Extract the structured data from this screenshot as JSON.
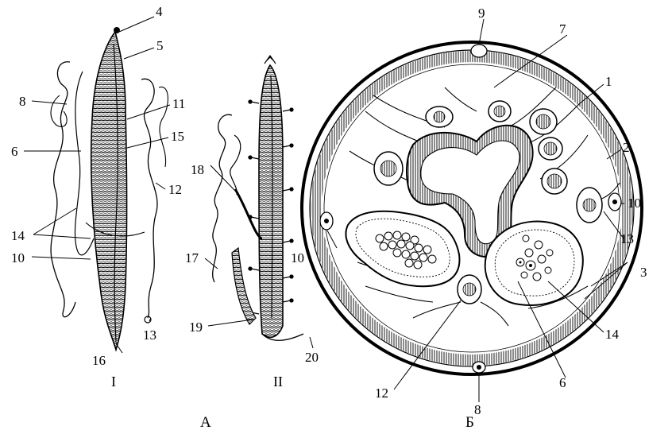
{
  "callouts": {
    "n1": "1",
    "n2": "2",
    "n3": "3",
    "n4": "4",
    "n5": "5",
    "n6a": "6",
    "n6b": "6",
    "n7": "7",
    "n8a": "8",
    "n8b": "8",
    "n9": "9",
    "n10a": "10",
    "n10b": "10",
    "n10c": "10",
    "n11": "11",
    "n12a": "12",
    "n12b": "12",
    "n13a": "13",
    "n13b": "13",
    "n14a": "14",
    "n14b": "14",
    "n15": "15",
    "n16": "16",
    "n17": "17",
    "n18": "18",
    "n19": "19",
    "n20": "20"
  },
  "figures": {
    "female_label": "I",
    "male_label": "II",
    "part_a": "А",
    "part_b": "Б"
  },
  "colors": {
    "ink": "#000000",
    "paper": "#ffffff",
    "tissue": "#cfcfcf"
  }
}
